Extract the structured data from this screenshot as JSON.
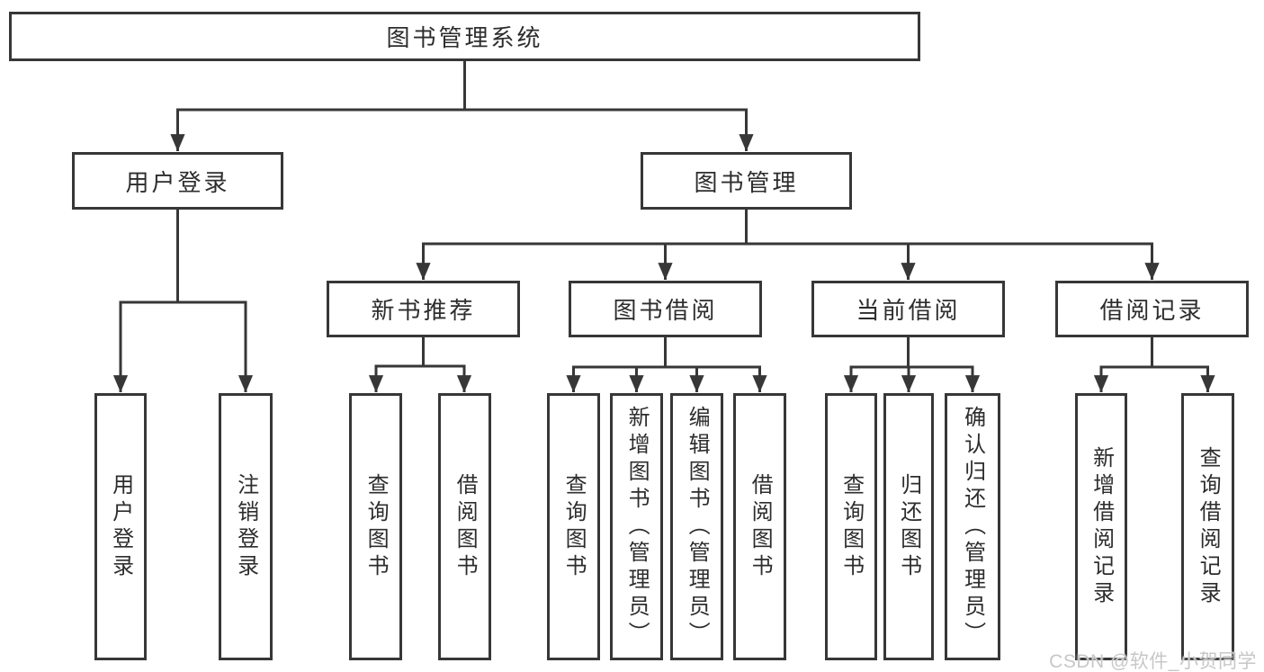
{
  "diagram": {
    "type": "hierarchy-tree",
    "title": "图书管理系统"
  },
  "tree": {
    "label": "图书管理系统",
    "children": [
      {
        "label": "用户登录",
        "children": [
          {
            "label": "用户登录"
          },
          {
            "label": "注销登录"
          }
        ]
      },
      {
        "label": "图书管理",
        "children": [
          {
            "label": "新书推荐",
            "children": [
              {
                "label": "查询图书"
              },
              {
                "label": "借阅图书"
              }
            ]
          },
          {
            "label": "图书借阅",
            "children": [
              {
                "label": "查询图书"
              },
              {
                "label": "新增图书（管理员）"
              },
              {
                "label": "编辑图书（管理员）"
              },
              {
                "label": "借阅图书"
              }
            ]
          },
          {
            "label": "当前借阅",
            "children": [
              {
                "label": "查询图书"
              },
              {
                "label": "归还图书"
              },
              {
                "label": "确认归还（管理员）"
              }
            ]
          },
          {
            "label": "借阅记录",
            "children": [
              {
                "label": "新增借阅记录"
              },
              {
                "label": "查询借阅记录"
              }
            ]
          }
        ]
      }
    ]
  },
  "watermark": {
    "text": "CSDN @软件_小贺同学"
  },
  "colors": {
    "line": "#373737",
    "box_border": "#373737",
    "text": "#2d2d2d",
    "watermark": "#c7c7c7",
    "background": "#ffffff"
  }
}
